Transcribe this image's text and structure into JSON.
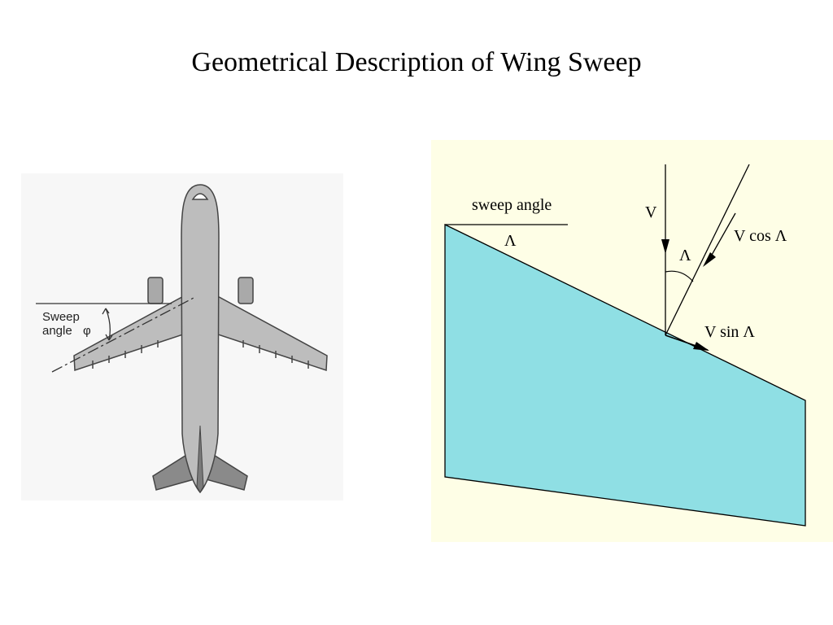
{
  "slide": {
    "title": "Geometrical Description of Wing Sweep"
  },
  "airplane_figure": {
    "label_line1": "Sweep",
    "label_line2": "angle",
    "symbol": "φ"
  },
  "wing_diagram": {
    "sweep_label": "sweep angle",
    "lambda": "Λ",
    "v_label": "V",
    "v_cos_label": "V cos Λ",
    "v_sin_label": "V sin Λ",
    "colors": {
      "background": "#fefee6",
      "wing_fill": "#8fdfe4"
    }
  }
}
